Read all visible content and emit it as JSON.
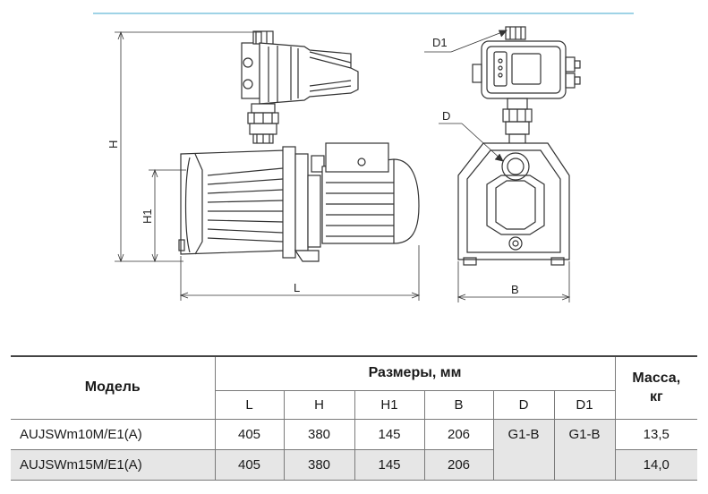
{
  "drawing": {
    "dimension_labels": {
      "D1": "D1",
      "D": "D",
      "H": "H",
      "H1": "H1",
      "L": "L",
      "B": "B"
    },
    "line_color": "#333333",
    "accent_color": "#9fd3e6"
  },
  "table": {
    "model_header": "Модель",
    "dimensions_header": "Размеры, мм",
    "mass_header": "Масса, кг",
    "columns": [
      "L",
      "H",
      "H1",
      "B",
      "D",
      "D1"
    ],
    "rows": [
      {
        "model": "AUJSWm10M/E1(A)",
        "L": "405",
        "H": "380",
        "H1": "145",
        "B": "206",
        "mass": "13,5"
      },
      {
        "model": "AUJSWm15M/E1(A)",
        "L": "405",
        "H": "380",
        "H1": "145",
        "B": "206",
        "mass": "14,0"
      }
    ],
    "shared_D": "G1-B",
    "shared_D1": "G1-B"
  }
}
